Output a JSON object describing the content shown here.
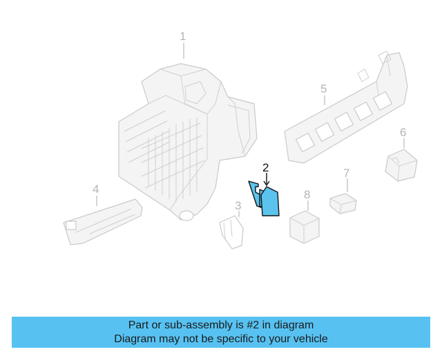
{
  "callouts": {
    "c1": "1",
    "c2": "2",
    "c3": "3",
    "c4": "4",
    "c5": "5",
    "c6": "6",
    "c7": "7",
    "c8": "8"
  },
  "highlight": {
    "part_number": "2",
    "color": "#5cc3ee"
  },
  "banner": {
    "line1": "Part or sub-assembly is #2 in diagram",
    "line2": "Diagram may not be specific to your vehicle",
    "color": "#57c2f2"
  }
}
